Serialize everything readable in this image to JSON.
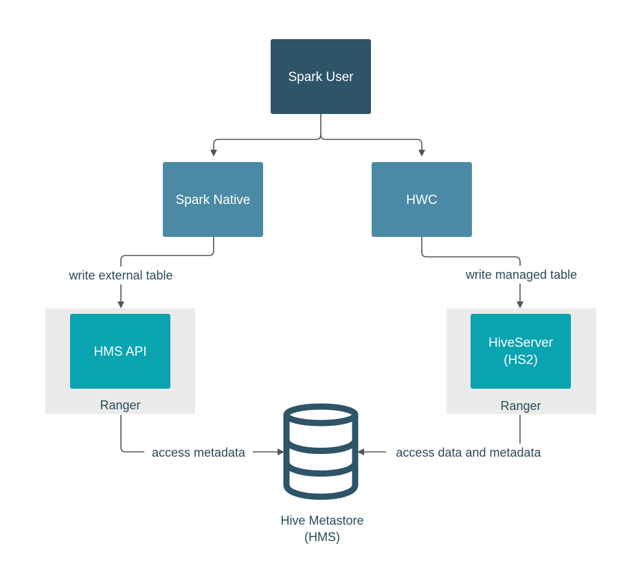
{
  "nodes": {
    "spark_user": {
      "label": "Spark User"
    },
    "spark_native": {
      "label": "Spark Native"
    },
    "hwc": {
      "label": "HWC"
    },
    "hms_api": {
      "label": "HMS API"
    },
    "hiveserver": {
      "line1": "HiveServer",
      "line2": "(HS2)"
    },
    "ranger_left": {
      "label": "Ranger"
    },
    "ranger_right": {
      "label": "Ranger"
    },
    "hms": {
      "line1": "Hive Metastore",
      "line2": "(HMS)"
    }
  },
  "edges": {
    "write_external": "write external table",
    "write_managed": "write managed table",
    "access_metadata": "access metadata",
    "access_data_metadata": "access data and metadata"
  },
  "colors": {
    "spark_user": "#2d5467",
    "mid_boxes": "#4a8aa4",
    "services": "#0aa3b0",
    "ranger_panel": "#ebebeb",
    "database": "#2d5467",
    "text_dark": "#2b4a5a",
    "connector": "#555555"
  },
  "icons": {
    "database": "database-cylinder-icon"
  }
}
